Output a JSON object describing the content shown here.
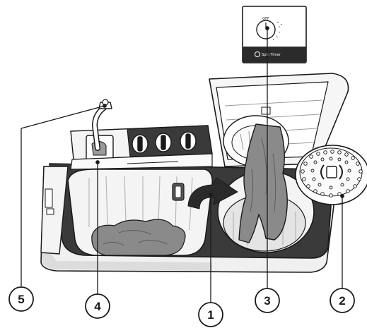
{
  "inset": {
    "dial_top_label": "OFF",
    "brand_text": "Spin Timer"
  },
  "callouts": [
    {
      "id": "1",
      "label": "1"
    },
    {
      "id": "2",
      "label": "2"
    },
    {
      "id": "3",
      "label": "3"
    },
    {
      "id": "4",
      "label": "4"
    },
    {
      "id": "5",
      "label": "5"
    }
  ],
  "colors": {
    "outline": "#1a1a1a",
    "panel_dark": "#3a3a3a",
    "tub_wall": "#f4f4f4",
    "clothes": "#8a8a8a",
    "arrow": "#2a2a2a"
  }
}
